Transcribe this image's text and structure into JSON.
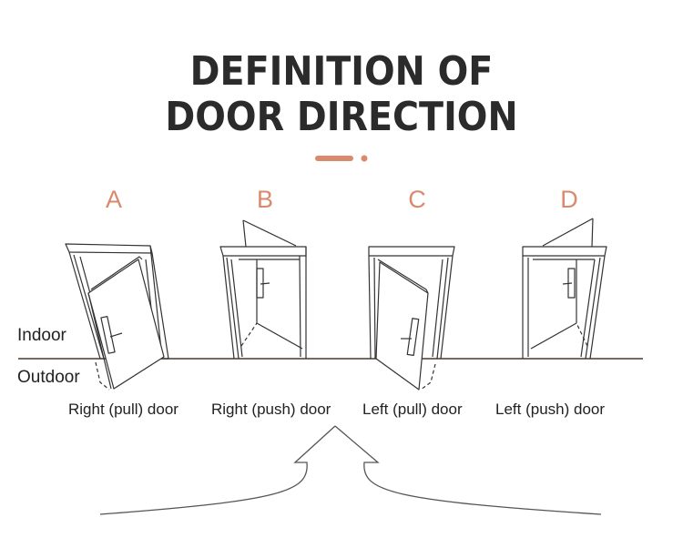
{
  "title": {
    "line1": "DEFINITION OF",
    "line2": "DOOR DIRECTION"
  },
  "accent_color": "#d98a6c",
  "sides": {
    "indoor": "Indoor",
    "outdoor": "Outdoor"
  },
  "doors": [
    {
      "letter": "A",
      "label": "Right (pull) door"
    },
    {
      "letter": "B",
      "label": "Right (push) door"
    },
    {
      "letter": "C",
      "label": "Left (pull) door"
    },
    {
      "letter": "D",
      "label": "Left (push) door"
    }
  ]
}
